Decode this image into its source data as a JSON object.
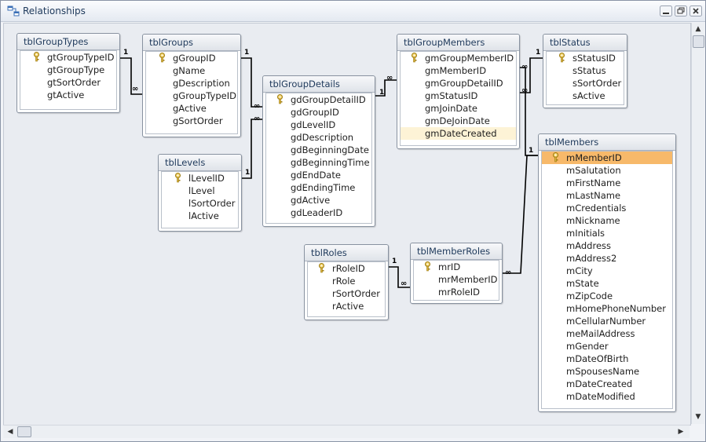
{
  "window": {
    "title": "Relationships",
    "icon": "relationships-icon",
    "buttons": [
      "minimize-icon",
      "restore-icon",
      "close-icon"
    ]
  },
  "colors": {
    "selected_field": "#f7b96a",
    "hover_field": "#fdf3d6",
    "title_text": "#1e395b"
  },
  "tables": {
    "tblGroupTypes": {
      "name": "tblGroupTypes",
      "fields": [
        {
          "label": "gtGroupTypeID",
          "key": true
        },
        {
          "label": "gtGroupType"
        },
        {
          "label": "gtSortOrder"
        },
        {
          "label": "gtActive"
        }
      ]
    },
    "tblGroups": {
      "name": "tblGroups",
      "fields": [
        {
          "label": "gGroupID",
          "key": true
        },
        {
          "label": "gName"
        },
        {
          "label": "gDescription"
        },
        {
          "label": "gGroupTypeID"
        },
        {
          "label": "gActive"
        },
        {
          "label": "gSortOrder"
        }
      ]
    },
    "tblLevels": {
      "name": "tblLevels",
      "fields": [
        {
          "label": "lLevelID",
          "key": true
        },
        {
          "label": "lLevel"
        },
        {
          "label": "lSortOrder"
        },
        {
          "label": "lActive"
        }
      ]
    },
    "tblGroupDetails": {
      "name": "tblGroupDetails",
      "fields": [
        {
          "label": "gdGroupDetailID",
          "key": true
        },
        {
          "label": "gdGroupID"
        },
        {
          "label": "gdLevelID"
        },
        {
          "label": "gdDescription"
        },
        {
          "label": "gdBeginningDate"
        },
        {
          "label": "gdBeginningTime"
        },
        {
          "label": "gdEndDate"
        },
        {
          "label": "gdEndingTime"
        },
        {
          "label": "gdActive"
        },
        {
          "label": "gdLeaderID"
        }
      ]
    },
    "tblGroupMembers": {
      "name": "tblGroupMembers",
      "fields": [
        {
          "label": "gmGroupMemberID",
          "key": true
        },
        {
          "label": "gmMemberID"
        },
        {
          "label": "gmGroupDetailID"
        },
        {
          "label": "gmStatusID"
        },
        {
          "label": "gmJoinDate"
        },
        {
          "label": "gmDeJoinDate"
        },
        {
          "label": "gmDateCreated",
          "state": "hover"
        }
      ]
    },
    "tblStatus": {
      "name": "tblStatus",
      "fields": [
        {
          "label": "sStatusID",
          "key": true
        },
        {
          "label": "sStatus"
        },
        {
          "label": "sSortOrder"
        },
        {
          "label": "sActive"
        }
      ]
    },
    "tblMembers": {
      "name": "tblMembers",
      "fields": [
        {
          "label": "mMemberID",
          "key": true,
          "state": "selected"
        },
        {
          "label": "mSalutation"
        },
        {
          "label": "mFirstName"
        },
        {
          "label": "mLastName"
        },
        {
          "label": "mCredentials"
        },
        {
          "label": "mNickname"
        },
        {
          "label": "mInitials"
        },
        {
          "label": "mAddress"
        },
        {
          "label": "mAddress2"
        },
        {
          "label": "mCity"
        },
        {
          "label": "mState"
        },
        {
          "label": "mZipCode"
        },
        {
          "label": "mHomePhoneNumber"
        },
        {
          "label": "mCellularNumber"
        },
        {
          "label": "meMailAddress"
        },
        {
          "label": "mGender"
        },
        {
          "label": "mDateOfBirth"
        },
        {
          "label": "mSpousesName"
        },
        {
          "label": "mDateCreated"
        },
        {
          "label": "mDateModified"
        }
      ]
    },
    "tblRoles": {
      "name": "tblRoles",
      "fields": [
        {
          "label": "rRoleID",
          "key": true
        },
        {
          "label": "rRole"
        },
        {
          "label": "rSortOrder"
        },
        {
          "label": "rActive"
        }
      ]
    },
    "tblMemberRoles": {
      "name": "tblMemberRoles",
      "fields": [
        {
          "label": "mrID",
          "key": true
        },
        {
          "label": "mrMemberID"
        },
        {
          "label": "mrRoleID"
        }
      ]
    }
  },
  "relationships": [
    {
      "one": "tblGroupTypes.gtGroupTypeID",
      "many": "tblGroups.gGroupTypeID",
      "one_label": "1",
      "many_label": "∞"
    },
    {
      "one": "tblGroups.gGroupID",
      "many": "tblGroupDetails.gdGroupID",
      "one_label": "1",
      "many_label": "∞"
    },
    {
      "one": "tblLevels.lLevelID",
      "many": "tblGroupDetails.gdLevelID",
      "one_label": "1",
      "many_label": "∞"
    },
    {
      "one": "tblGroupDetails.gdGroupDetailID",
      "many": "tblGroupMembers.gmGroupDetailID",
      "one_label": "1",
      "many_label": "∞"
    },
    {
      "one": "tblStatus.sStatusID",
      "many": "tblGroupMembers.gmStatusID",
      "one_label": "1",
      "many_label": "∞"
    },
    {
      "one": "tblMembers.mMemberID",
      "many": "tblGroupMembers.gmMemberID",
      "one_label": "1",
      "many_label": "∞"
    },
    {
      "one": "tblMembers.mMemberID",
      "many": "tblMemberRoles.mrMemberID",
      "one_label": "1",
      "many_label": "∞"
    },
    {
      "one": "tblRoles.rRoleID",
      "many": "tblMemberRoles.mrRoleID",
      "one_label": "1",
      "many_label": "∞"
    }
  ],
  "scrollbars": {
    "up": "scroll-up-icon",
    "down": "scroll-down-icon",
    "left": "scroll-left-icon",
    "right": "scroll-right-icon"
  }
}
